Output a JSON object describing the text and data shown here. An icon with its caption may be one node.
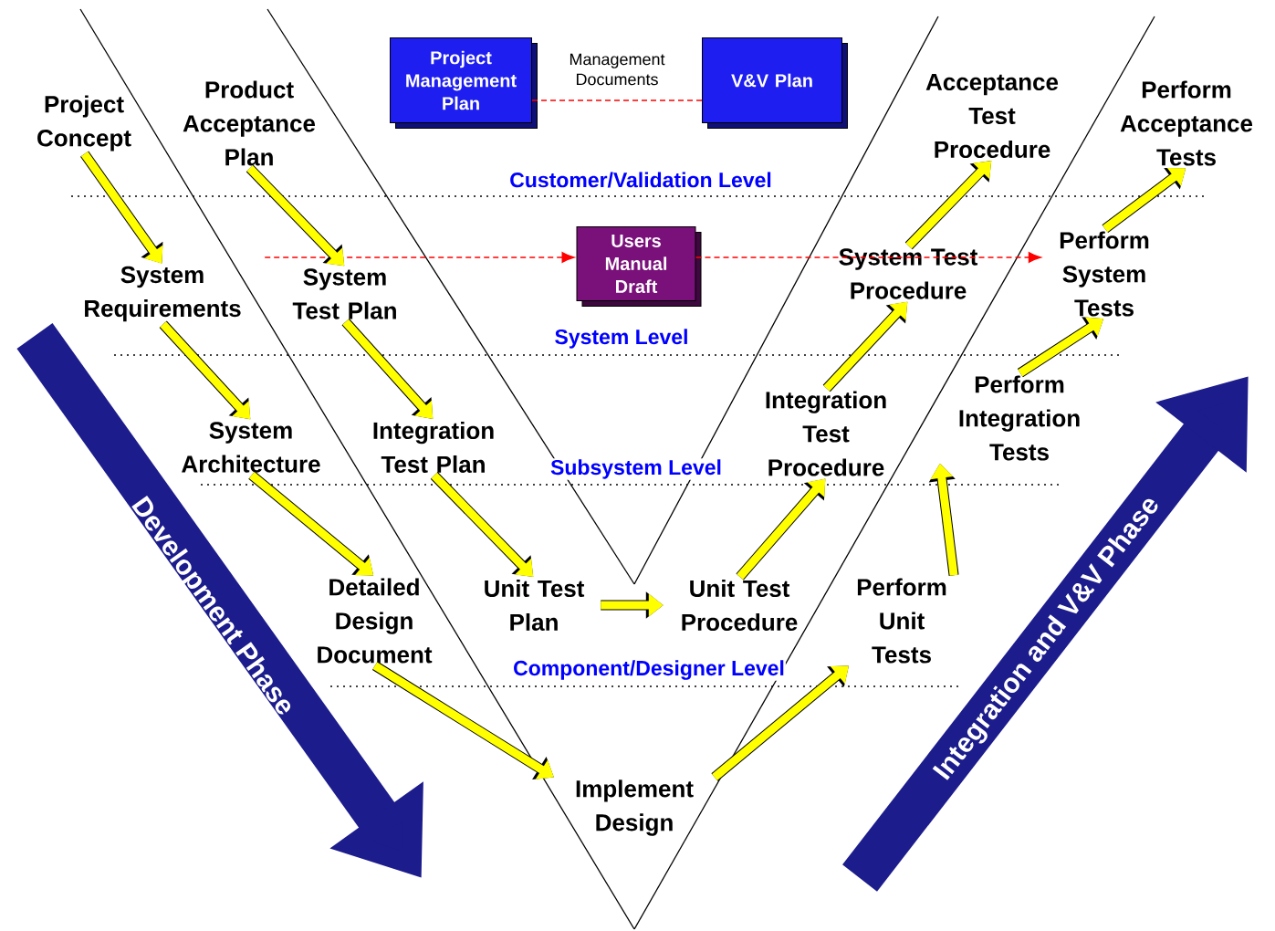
{
  "diagram": {
    "nodes": [
      {
        "text": [
          "Project Concept"
        ]
      },
      {
        "text": [
          "Product Acceptance Plan"
        ]
      },
      {
        "text": [
          "Project Management Plan"
        ]
      },
      {
        "text": [
          "V&V Plan"
        ]
      },
      {
        "text": [
          "Acceptance Test Procedure"
        ]
      },
      {
        "text": [
          "Perform Acceptance Tests"
        ]
      },
      {
        "text": [
          "System Requirements"
        ]
      },
      {
        "text": [
          "System Test Plan"
        ]
      },
      {
        "text": [
          "Users Manual Draft"
        ]
      },
      {
        "text": [
          "System Test Procedure"
        ]
      },
      {
        "text": [
          "Perform System Tests"
        ]
      },
      {
        "text": [
          "System Architecture"
        ]
      },
      {
        "text": [
          "Integration Test Plan"
        ]
      },
      {
        "text": [
          "Integration Test Procedure"
        ]
      },
      {
        "text": [
          "Perform Integration Tests"
        ]
      },
      {
        "text": [
          "Detailed Design Document"
        ]
      },
      {
        "text": [
          "Unit Test Plan"
        ]
      },
      {
        "text": [
          "Unit Test Procedure"
        ]
      },
      {
        "text": [
          "Perform Unit Tests"
        ]
      },
      {
        "text": [
          "Implement Design"
        ]
      }
    ],
    "edges": [
      {
        "from": 2,
        "to": 3,
        "arrow": "none",
        "label": "Management Documents",
        "style": "dashed",
        "color": "#ff0000"
      },
      {
        "from": 6,
        "to": 8,
        "arrow": "to",
        "style": "dashed",
        "color": "#ff0000"
      },
      {
        "from": 8,
        "to": 10,
        "arrow": "to",
        "style": "dashed",
        "color": "#ff0000"
      },
      {
        "from": 0,
        "to": 6,
        "arrow": "to"
      },
      {
        "from": 1,
        "to": 7,
        "arrow": "to"
      },
      {
        "from": 6,
        "to": 11,
        "arrow": "to"
      },
      {
        "from": 7,
        "to": 12,
        "arrow": "to"
      },
      {
        "from": 11,
        "to": 15,
        "arrow": "to"
      },
      {
        "from": 12,
        "to": 16,
        "arrow": "to"
      },
      {
        "from": 15,
        "to": 19,
        "arrow": "to"
      },
      {
        "from": 16,
        "to": 17,
        "arrow": "to"
      },
      {
        "from": 19,
        "to": 18,
        "arrow": "to"
      },
      {
        "from": 18,
        "to": 14,
        "arrow": "to"
      },
      {
        "from": 17,
        "to": 13,
        "arrow": "to"
      },
      {
        "from": 13,
        "to": 9,
        "arrow": "to"
      },
      {
        "from": 9,
        "to": 4,
        "arrow": "to"
      },
      {
        "from": 14,
        "to": 10,
        "arrow": "to"
      },
      {
        "from": 10,
        "to": 5,
        "arrow": "to"
      }
    ],
    "labels": [
      "Customer/Validation Level",
      "System Level",
      "Subsystem Level",
      "Component/Designer Level",
      "Development Phase",
      "Integration and V&V Phase"
    ]
  }
}
